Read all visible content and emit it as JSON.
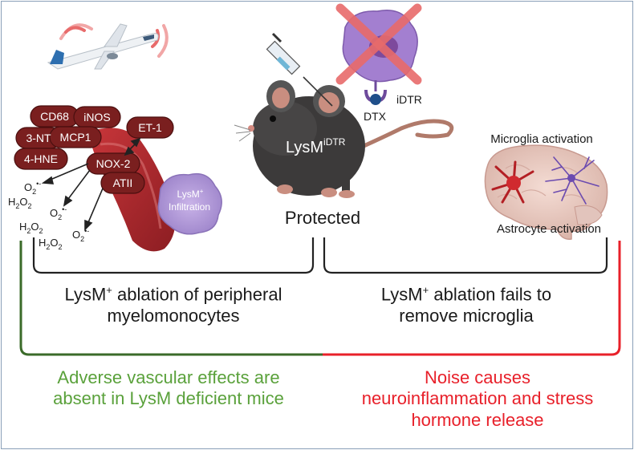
{
  "protein_labels": {
    "cd68": "CD68",
    "inos": "iNOS",
    "three_nt": "3-NT",
    "mcp1": "MCP1",
    "four_hne": "4-HNE",
    "nox2": "NOX-2",
    "atii": "ATII",
    "et1": "ET-1"
  },
  "ros_labels": {
    "superoxide": "O",
    "superoxide_sub": "2",
    "superoxide_sup": "•-",
    "peroxide": "H",
    "peroxide_mid": "2",
    "peroxide_o": "O",
    "peroxide_end": "2"
  },
  "infiltration": {
    "line1": "LysM",
    "line1_sup": "+",
    "line2": "Infiltration"
  },
  "mouse": {
    "label": "LysM",
    "label_sup": "iDTR",
    "status": "Protected"
  },
  "receptor": {
    "idtr": "iDTR",
    "dtx": "DTX"
  },
  "brain": {
    "microglia": "Microglia activation",
    "astrocyte": "Astrocyte activation"
  },
  "bracket_left": {
    "line1_pre": "LysM",
    "line1_sup": "+",
    "line1_post": " ablation of peripheral",
    "line2": "myelomonocytes"
  },
  "bracket_right": {
    "line1_pre": "LysM",
    "line1_sup": "+",
    "line1_post": " ablation fails to",
    "line2": "remove microglia"
  },
  "outcome_left": {
    "line1": "Adverse vascular effects are",
    "line2": "absent in LysM deficient mice"
  },
  "outcome_right": {
    "line1": "Noise causes",
    "line2": "neuroinflammation and stress",
    "line3": "hormone release"
  },
  "colors": {
    "border": "#8aa0b8",
    "green": "#5aa13b",
    "red": "#e8202a",
    "dark_green_bracket": "#3b6b2a",
    "badge": "#7a1f1f",
    "vessel": "#b3262b",
    "mouse": "#3c3a3a",
    "bracket": "#222222"
  }
}
